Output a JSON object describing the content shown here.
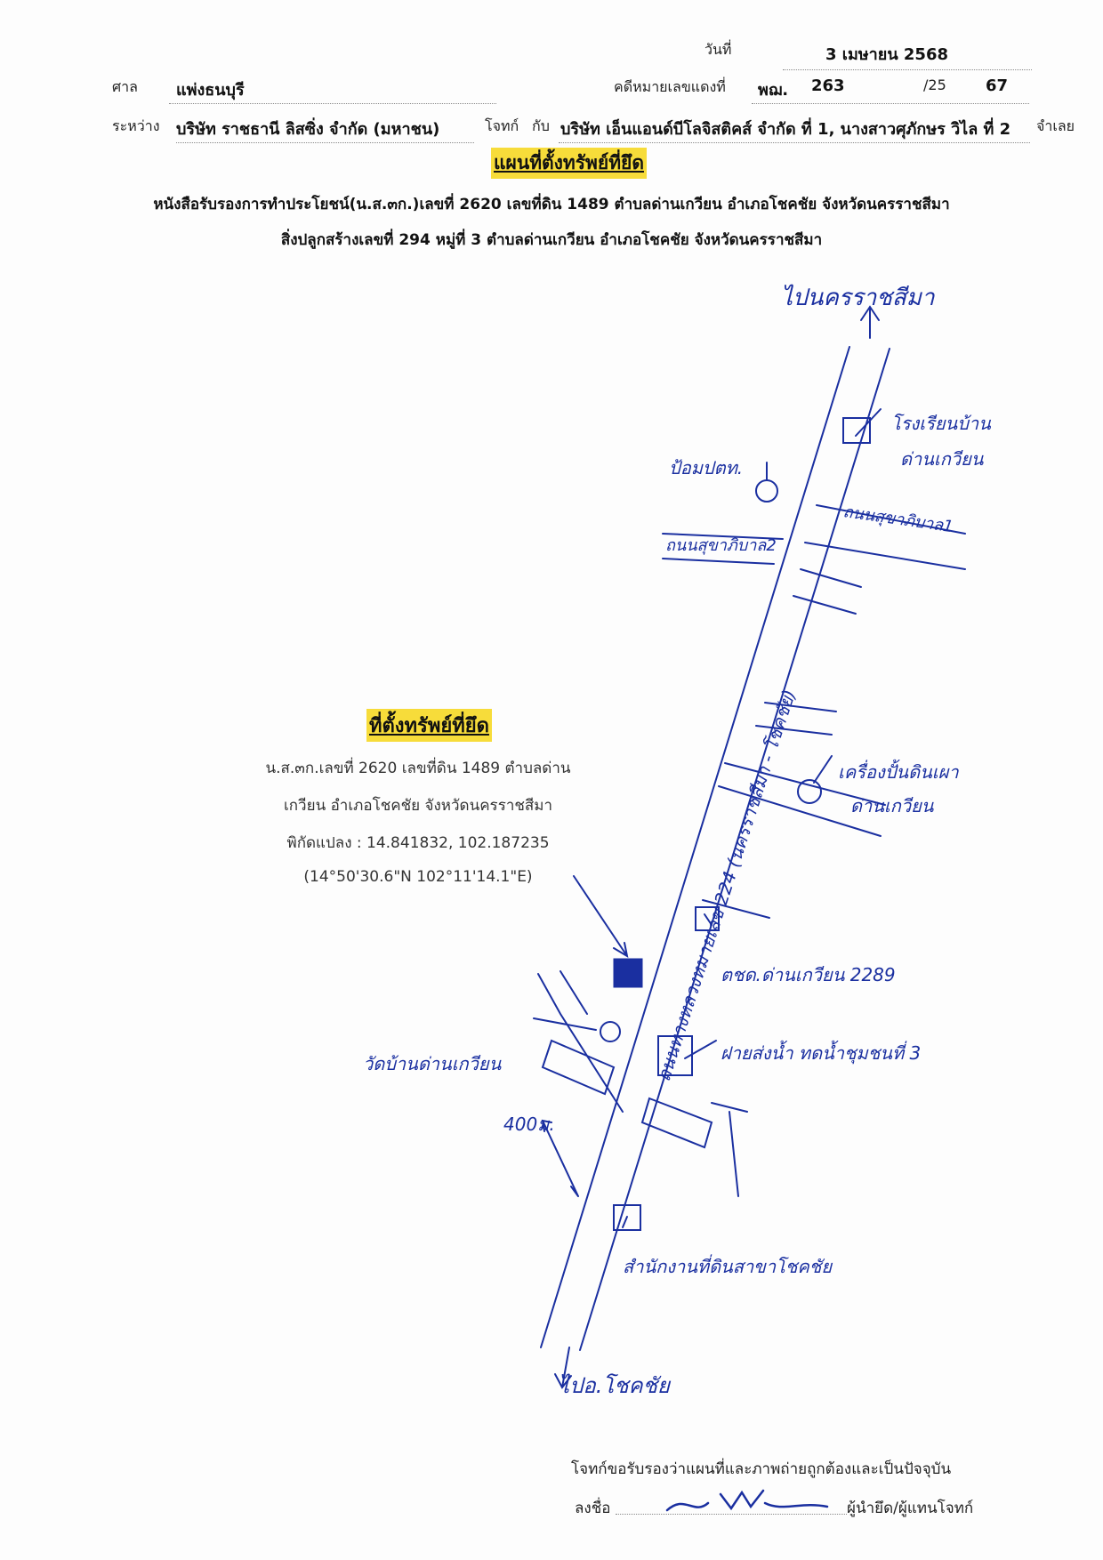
{
  "header": {
    "date_label": "วันที่",
    "date_value": "3 เมษายน 2568",
    "court_label": "ศาล",
    "court_value": "แพ่งธนบุรี",
    "case_label": "คดีหมายเลขแดงที่",
    "case_prefix": "พฌ.",
    "case_number": "263",
    "case_year_prefix": "/25",
    "case_year": "67",
    "between_label": "ระหว่าง",
    "plaintiff": "บริษัท ราชธานี ลิสซิ่ง จำกัด (มหาชน)",
    "plaintiff_label": "โจทก์",
    "with_label": "กับ",
    "defendants": "บริษัท เอ็นแอนด์บีโลจิสติคส์ จำกัด ที่ 1, นางสาวศุภักษร วิไล ที่ 2",
    "defendant_label": "จำเลย"
  },
  "title": "แผนที่ตั้งทรัพย์ที่ยึด",
  "subtitle_line1": "หนังสือรับรองการทำประโยชน์(น.ส.๓ก.)เลขที่ 2620 เลขที่ดิน 1489 ตำบลด่านเกวียน อำเภอโชคชัย จังหวัดนครราชสีมา",
  "subtitle_line2": "สิ่งปลูกสร้างเลขที่ 294 หมู่ที่ 3 ตำบลด่านเกวียน อำเภอโชคชัย จังหวัดนครราชสีมา",
  "property_box": {
    "heading": "ที่ตั้งทรัพย์ที่ยึด",
    "line1": "น.ส.๓ก.เลขที่ 2620 เลขที่ดิน 1489 ตำบลด่าน",
    "line2": "เกวียน อำเภอโชคชัย จังหวัดนครราชสีมา",
    "line3": "พิกัดแปลง : 14.841832, 102.187235",
    "line4": "(14°50'30.6\"N 102°11'14.1\"E)"
  },
  "map_labels": {
    "north_destination": "ไปนครราชสีมา",
    "school": "โรงเรียนบ้าน",
    "school_2": "ด่านเกวียน",
    "post_office": "ป้อมปตท.",
    "road_right_top": "ถนนสุขาภิบาล1",
    "road_left": "ถนนสุขาภิบาล2",
    "highway": "ถนนทางหลวงหมายเลข 224 (นครราชสีมา - โชคชัย)",
    "pottery": "เครื่องปั้นดินเผา",
    "pottery_2": "ด่านเกวียน",
    "police": "ตชด.ด่านเกวียน 2289",
    "temple": "วัดบ้านด่านเกวียน",
    "water": "ฝายส่งน้ำ ทดน้ำชุมชนที่ 3",
    "distance": "400ม.",
    "land_office": "สำนักงานที่ดินสาขาโชคชัย",
    "south_destination": "ไปอ.โชคชัย"
  },
  "footer": {
    "certify": "โจทก์ขอรับรองว่าแผนที่และภาพถ่ายถูกต้องและเป็นปัจจุบัน",
    "sign_label": "ลงชื่อ",
    "signer_label": "ผู้นำยึด/ผู้แทนโจทก์"
  },
  "colors": {
    "ink": "#1a2fa0",
    "highlight": "#f7dc3a"
  }
}
